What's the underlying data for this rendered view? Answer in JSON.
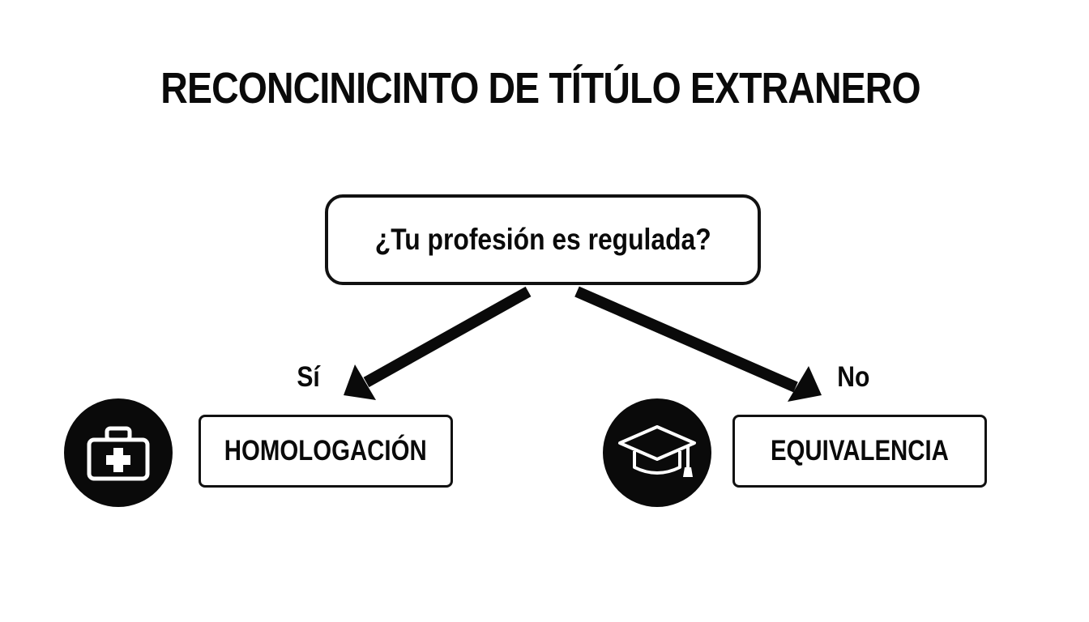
{
  "title": "RECONCINICINTO DE TÍTÚLO EXTRANERO",
  "question": "¿Tu profesión es regulada?",
  "branches": {
    "yes": {
      "label": "Sí",
      "result": "HOMOLOGACIÓN",
      "icon": "medical-briefcase-icon"
    },
    "no": {
      "label": "No",
      "result": "EQUIVALENCIA",
      "icon": "graduation-cap-icon"
    }
  },
  "colors": {
    "ink": "#0a0a0a",
    "background": "#ffffff"
  }
}
